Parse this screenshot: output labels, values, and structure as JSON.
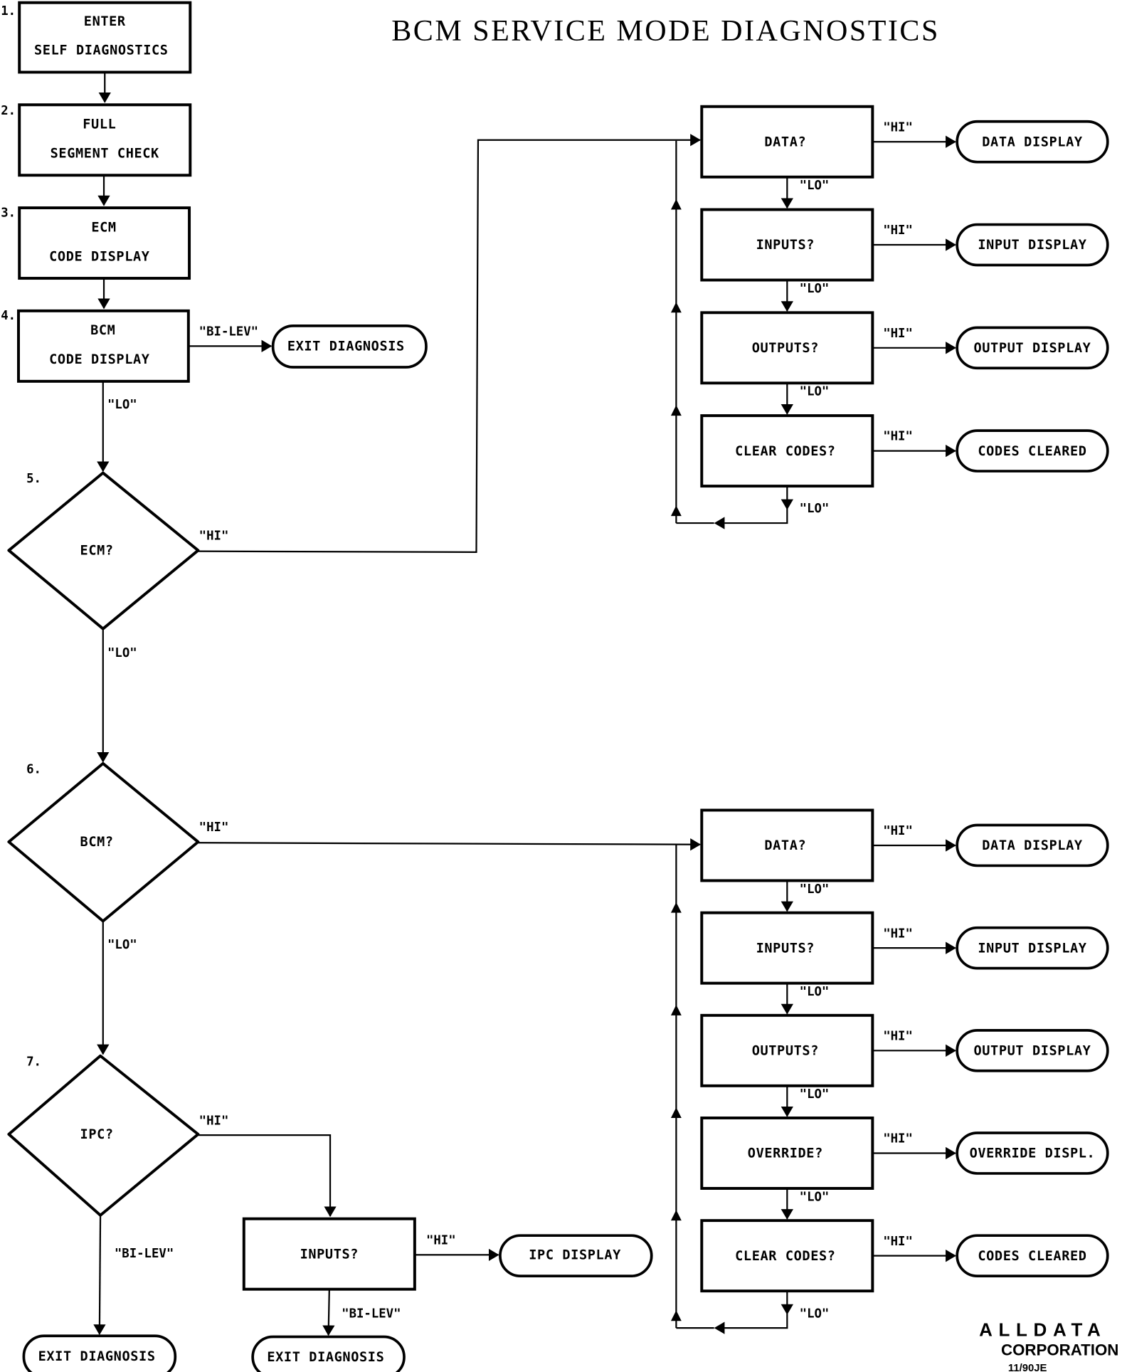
{
  "title": "BCM SERVICE MODE DIAGNOSTICS",
  "steps": {
    "s1": {
      "num": "1.",
      "line1": "ENTER",
      "line2": "SELF DIAGNOSTICS"
    },
    "s2": {
      "num": "2.",
      "line1": "FULL",
      "line2": "SEGMENT CHECK"
    },
    "s3": {
      "num": "3.",
      "line1": "ECM",
      "line2": "CODE DISPLAY"
    },
    "s4": {
      "num": "4.",
      "line1": "BCM",
      "line2": "CODE DISPLAY"
    },
    "s5": {
      "num": "5.",
      "label": "ECM?"
    },
    "s6": {
      "num": "6.",
      "label": "BCM?"
    },
    "s7": {
      "num": "7.",
      "label": "IPC?"
    }
  },
  "edges": {
    "hi": "\"HI\"",
    "lo": "\"LO\"",
    "bilev": "\"BI-LEV\""
  },
  "terminals": {
    "exit_top": "EXIT DIAGNOSIS",
    "exit_ipc_bilev": "EXIT DIAGNOSIS",
    "exit_ipc_inputs": "EXIT DIAGNOSIS",
    "ipc_display": "IPC DISPLAY"
  },
  "ipc_inputs": "INPUTS?",
  "ecm_branch": {
    "questions": [
      "DATA?",
      "INPUTS?",
      "OUTPUTS?",
      "CLEAR CODES?"
    ],
    "results": [
      "DATA DISPLAY",
      "INPUT DISPLAY",
      "OUTPUT DISPLAY",
      "CODES CLEARED"
    ]
  },
  "bcm_branch": {
    "questions": [
      "DATA?",
      "INPUTS?",
      "OUTPUTS?",
      "OVERRIDE?",
      "CLEAR CODES?"
    ],
    "results": [
      "DATA DISPLAY",
      "INPUT DISPLAY",
      "OUTPUT DISPLAY",
      "OVERRIDE DISPL.",
      "CODES CLEARED"
    ]
  },
  "footer": {
    "company": "ALLDATA",
    "corporation": "CORPORATION",
    "code": "11/90JE"
  }
}
